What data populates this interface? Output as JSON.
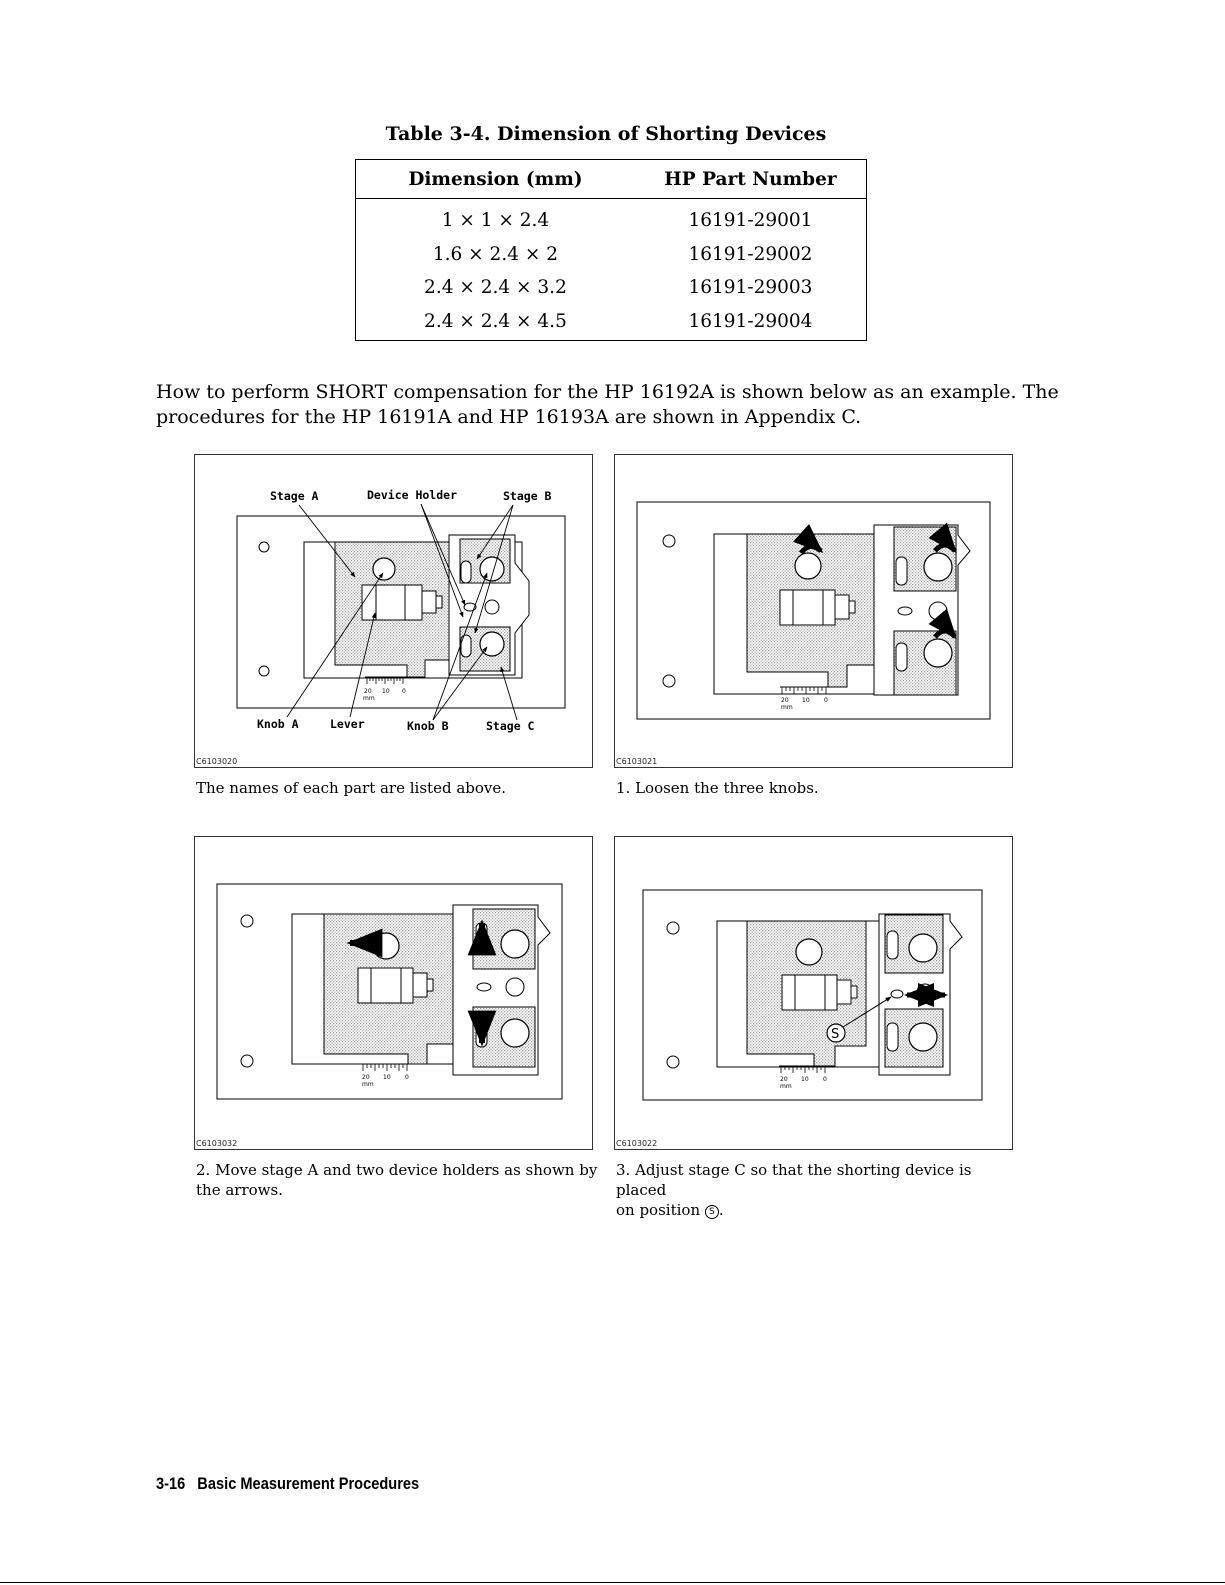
{
  "table": {
    "title": "Table 3-4. Dimension of Shorting Devices",
    "headers": [
      "Dimension (mm)",
      "HP Part Number"
    ],
    "rows": [
      [
        "1 × 1 × 2.4",
        "16191-29001"
      ],
      [
        "1.6 × 2.4 × 2",
        "16191-29002"
      ],
      [
        "2.4 × 2.4 × 3.2",
        "16191-29003"
      ],
      [
        "2.4 × 2.4 × 4.5",
        "16191-29004"
      ]
    ]
  },
  "intro": {
    "line1": "How to perform SHORT compensation for the HP 16192A is shown below as an example.  The",
    "line2": "procedures for the HP 16191A and HP 16193A are shown in Appendix C."
  },
  "figures": [
    {
      "code": "C6103020",
      "caption": [
        "The names of each part are listed above."
      ],
      "labels": {
        "stage_a": "Stage A",
        "device_holder": "Device Holder",
        "stage_b": "Stage B",
        "knob_a": "Knob A",
        "lever": "Lever",
        "knob_b": "Knob B",
        "stage_c": "Stage C"
      }
    },
    {
      "code": "C6103021",
      "caption": [
        "1. Loosen the three knobs."
      ]
    },
    {
      "code": "C6103032",
      "caption": [
        "2. Move stage A and two device holders as shown by",
        "the arrows."
      ]
    },
    {
      "code": "C6103022",
      "caption": [
        "3. Adjust stage C so that the shorting device is placed",
        "on position "
      ],
      "position_marker": "S",
      "caption_end": "."
    }
  ],
  "scale": {
    "ticks": [
      "20",
      "10",
      "0"
    ],
    "unit": "mm"
  },
  "footer": {
    "page_number": "3-16",
    "section": "Basic Measurement Procedures"
  }
}
